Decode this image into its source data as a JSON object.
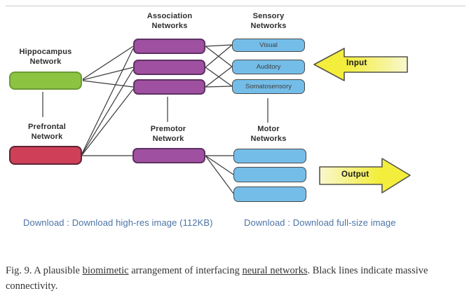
{
  "colors": {
    "hippocampus_green": "#8cc442",
    "prefrontal_red": "#cf4058",
    "association_purple": "#9f50a0",
    "sensory_motor_blue": "#74bde9",
    "arrow_yellow_bright": "#f3ee3c",
    "arrow_yellow_pale": "#f9f7cf",
    "connection_line": "#3a3a3a",
    "link_blue": "#4c74a6"
  },
  "diagram": {
    "hippocampus": {
      "label": "Hippocampus\nNetwork"
    },
    "prefrontal": {
      "label": "Prefrontal\nNetwork"
    },
    "association": {
      "label": "Association\nNetworks"
    },
    "premotor": {
      "label": "Premotor\nNetwork"
    },
    "sensory": {
      "label": "Sensory\nNetworks",
      "boxes": [
        "Visual",
        "Auditory",
        "Somatosensory"
      ]
    },
    "motor": {
      "label": "Motor\nNetworks"
    },
    "input_arrow": {
      "label": "Input"
    },
    "output_arrow": {
      "label": "Output"
    }
  },
  "links": {
    "high_res": "Download : Download high-res image (112KB)",
    "full_size": "Download : Download full-size image"
  },
  "caption": {
    "parts": [
      {
        "text": "Fig. 9. A plausible "
      },
      {
        "text": "biomimetic"
      },
      {
        "text": " arrangement of interfacing "
      },
      {
        "text": "neural networks"
      },
      {
        "text": ". Black lines indicate massive connectivity."
      }
    ]
  }
}
